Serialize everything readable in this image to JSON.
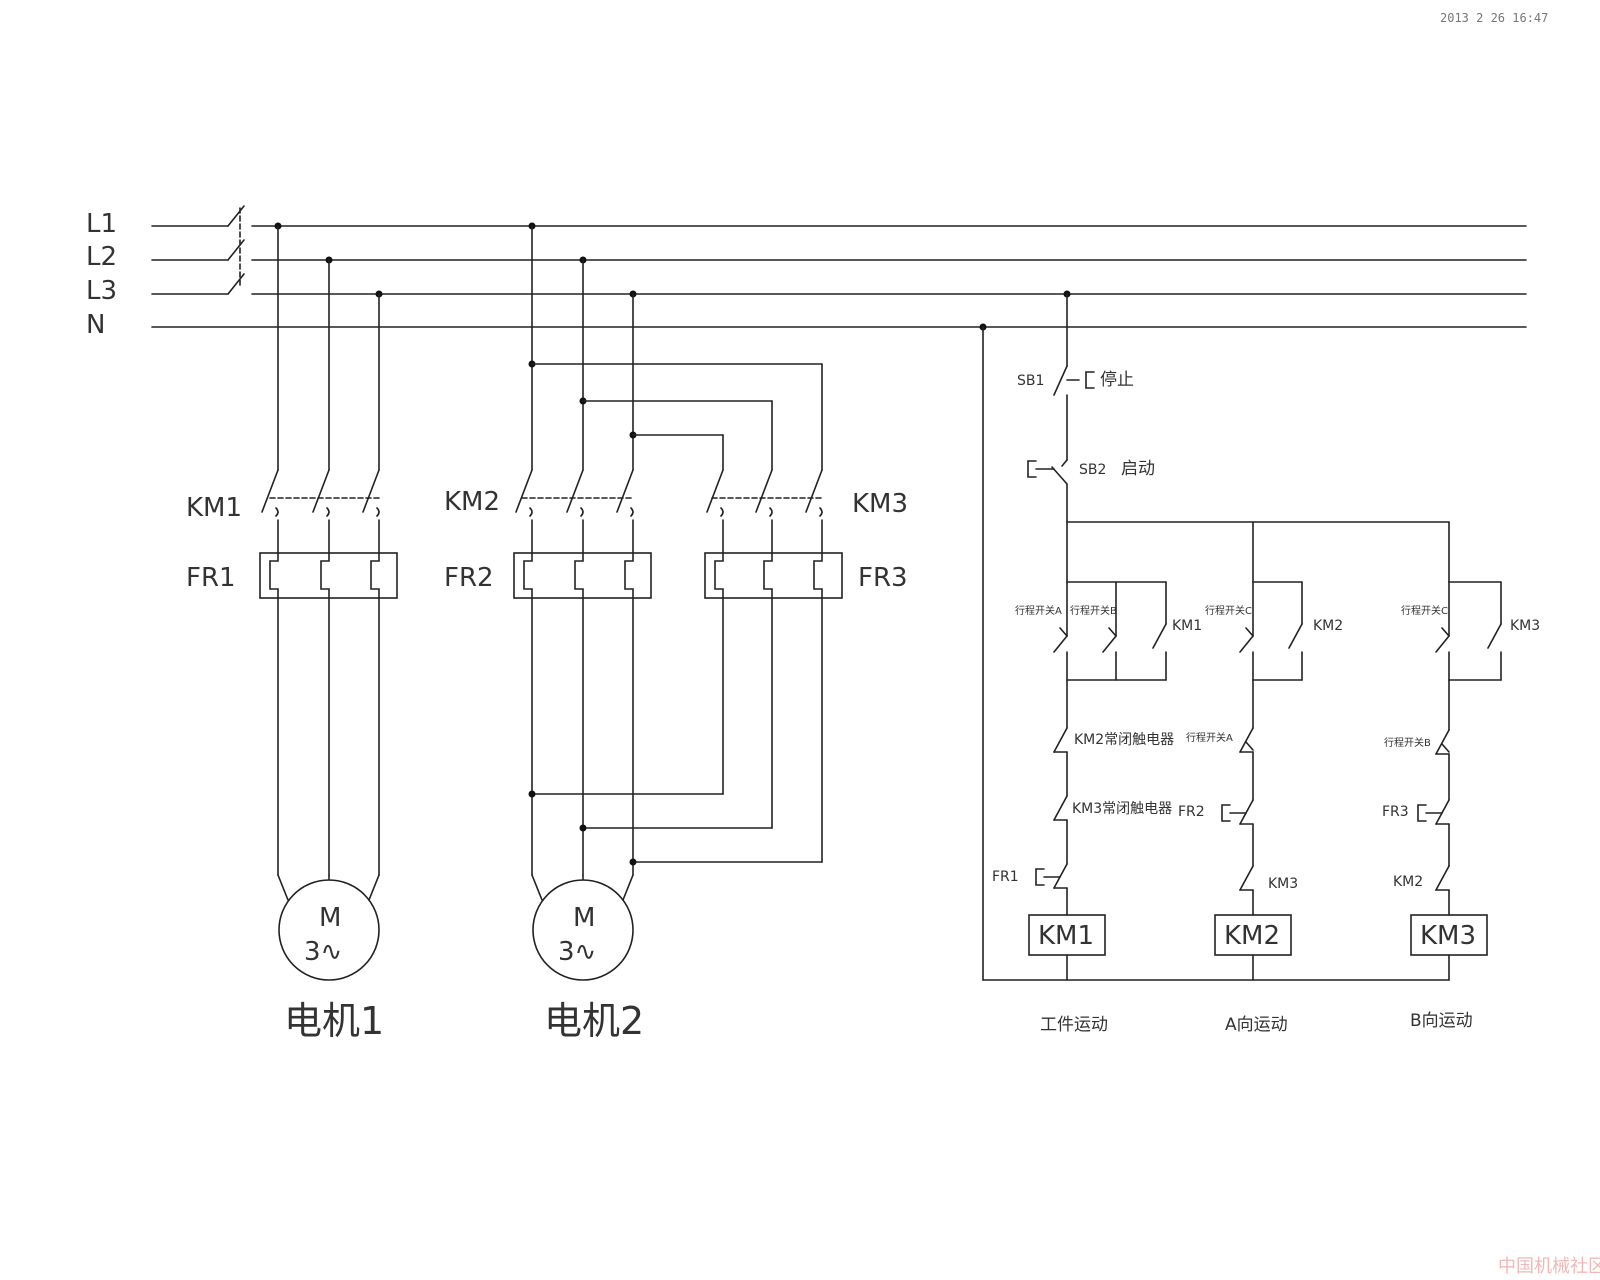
{
  "stamp": "2013 2 26 16:47",
  "watermark": "中国机械社区",
  "lines": [
    "L1",
    "L2",
    "L3",
    "N"
  ],
  "power": {
    "km1": "KM1",
    "km2": "KM2",
    "km3": "KM3",
    "fr1": "FR1",
    "fr2": "FR2",
    "fr3": "FR3"
  },
  "motors": [
    {
      "symbol": "M",
      "phase": "3∿",
      "label": "电机1"
    },
    {
      "symbol": "M",
      "phase": "3∿",
      "label": "电机2"
    }
  ],
  "control": {
    "sb1": "SB1",
    "stop": "停止",
    "sb2": "SB2",
    "start": "启动",
    "c1": {
      "sw_a": "行程开关A",
      "sw_b": "行程开关B",
      "hold": "KM1",
      "int1": "KM2常闭触电器",
      "int2": "KM3常闭触电器",
      "fr": "FR1",
      "coil": "KM1",
      "caption": "工件运动"
    },
    "c2": {
      "sw": "行程开关C",
      "hold": "KM2",
      "lim": "行程开关A",
      "fr": "FR2",
      "int": "KM3",
      "coil": "KM2",
      "caption": "A向运动"
    },
    "c3": {
      "sw": "行程开关C",
      "hold": "KM3",
      "lim": "行程开关B",
      "fr": "FR3",
      "int": "KM2",
      "coil": "KM3",
      "caption": "B向运动"
    }
  }
}
